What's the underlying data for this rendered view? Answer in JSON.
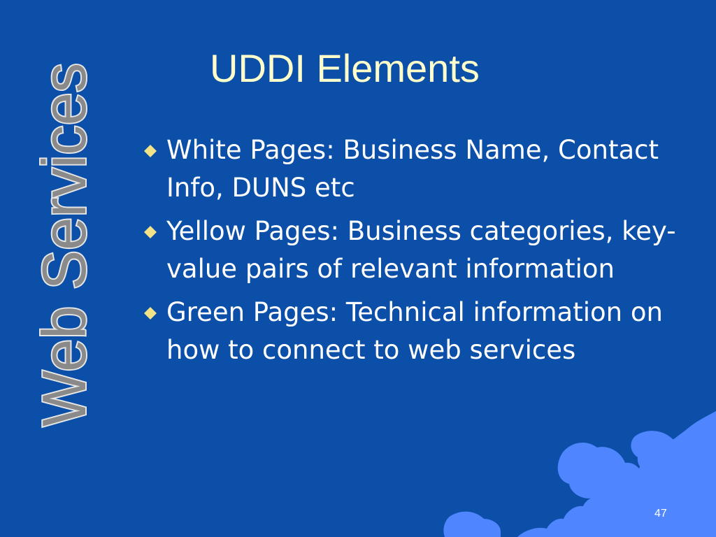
{
  "slide": {
    "vertical_title": "Web Services",
    "title": "UDDI Elements",
    "bullets": [
      "White Pages: Business Name, Contact Info, DUNS etc",
      "Yellow Pages: Business categories, key-value pairs of relevant information",
      "Green Pages: Technical information on how to connect to web services"
    ],
    "page_number": "47"
  },
  "colors": {
    "background": "#0B4FA8",
    "title": "#FFFFCC",
    "body_text": "#FFFFFF",
    "bullet": "#F2E288",
    "shape": "#4F86FF",
    "vertical_title_fill": "#8A8A8A",
    "vertical_title_outline": "#E6E6E6"
  },
  "icons": {
    "bullet": "diamond-icon"
  }
}
